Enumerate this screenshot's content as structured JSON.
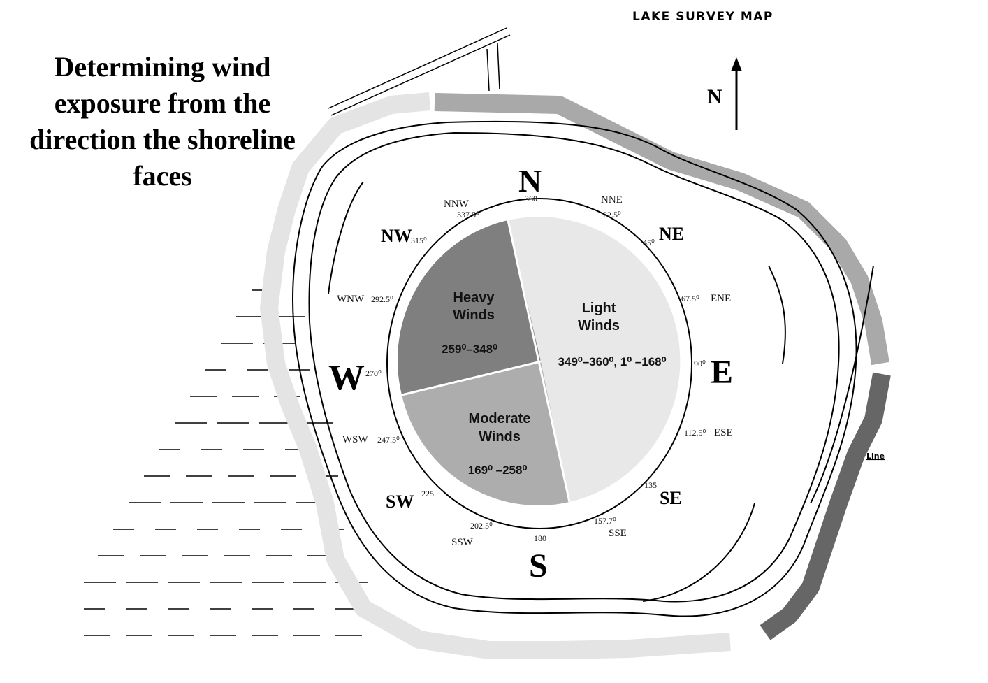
{
  "title": "Determining wind exposure from the direction the shoreline faces",
  "map_title": "LAKE SURVEY MAP",
  "north_arrow_label": "N",
  "line_label": "Line",
  "colors": {
    "light_shore": "#e4e4e4",
    "moderate_shore": "#a9a9a9",
    "heavy_shore": "#666666",
    "light_wedge": "#e8e8e8",
    "moderate_wedge": "#adadad",
    "heavy_wedge": "#7f7f7f"
  },
  "wedges": {
    "heavy": {
      "label1": "Heavy",
      "label2": "Winds",
      "range": "259⁰–348⁰"
    },
    "light": {
      "label1": "Light",
      "label2": "Winds",
      "range": "349⁰–360⁰, 1⁰ –168⁰"
    },
    "moderate": {
      "label1": "Moderate",
      "label2": "Winds",
      "range": "169⁰ –258⁰"
    }
  },
  "compass": {
    "N": "N",
    "NNE": "NNE",
    "NE": "NE",
    "ENE": "ENE",
    "E": "E",
    "ESE": "ESE",
    "SE": "SE",
    "SSE": "SSE",
    "S": "S",
    "SSW": "SSW",
    "SW": "SW",
    "WSW": "WSW",
    "W": "W",
    "WNW": "WNW",
    "NW": "NW",
    "NNW": "NNW",
    "deg_N": "360",
    "deg_NNE": "22.5⁰",
    "deg_NE": "45⁰",
    "deg_ENE": "67.5⁰",
    "deg_E": "90⁰",
    "deg_ESE": "112.5⁰",
    "deg_SE": "135",
    "deg_SSE": "157.7⁰",
    "deg_S": "180",
    "deg_SSW": "202.5⁰",
    "deg_SW": "225",
    "deg_WSW": "247.5⁰",
    "deg_W": "270⁰",
    "deg_WNW": "292.5⁰",
    "deg_NW": "315⁰",
    "deg_NNW": "337.5⁰"
  }
}
